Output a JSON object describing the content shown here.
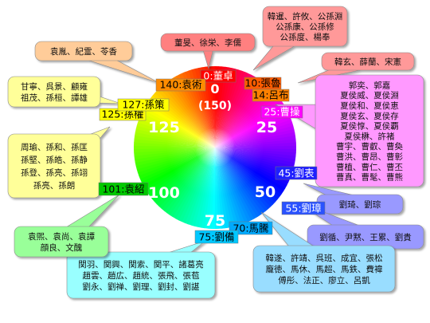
{
  "center_label": {
    "top": "0",
    "bottom": "(150)"
  },
  "ticks": [
    {
      "value": "25",
      "color": "#ffffff"
    },
    {
      "value": "50",
      "color": "#ffffff"
    },
    {
      "value": "75",
      "color": "#ffffff"
    },
    {
      "value": "100",
      "color": "#ffffff"
    },
    {
      "value": "125",
      "color": "#ffffff"
    }
  ],
  "factions": [
    {
      "label": "0:董卓",
      "color": "#ff0000",
      "text_color": "#ffffff"
    },
    {
      "label": "10:張魯",
      "color": "#ff5c00",
      "text_color": "#000000"
    },
    {
      "label": "14:呂布",
      "color": "#ff8000",
      "text_color": "#000000"
    },
    {
      "label": "25:曹操",
      "color": "#ff00ff",
      "text_color": "#ffffff"
    },
    {
      "label": "45:劉表",
      "color": "#1f1fff",
      "text_color": "#ffffff"
    },
    {
      "label": "55:劉璋",
      "color": "#2a52ff",
      "text_color": "#ffffff"
    },
    {
      "label": "70:馬騰",
      "color": "#00aaff",
      "text_color": "#000000"
    },
    {
      "label": "75:劉備",
      "color": "#00c8ff",
      "text_color": "#000000"
    },
    {
      "label": "101:袁紹",
      "color": "#00c800",
      "text_color": "#000000"
    },
    {
      "label": "125:孫權",
      "color": "#ffff00",
      "text_color": "#000000"
    },
    {
      "label": "127:孫策",
      "color": "#ffff00",
      "text_color": "#000000"
    },
    {
      "label": "140:袁術",
      "color": "#ff8c00",
      "text_color": "#000000"
    }
  ],
  "callouts": [
    {
      "lines": [
        "董旻、徐栄、李儒"
      ],
      "fill": "#ff8080"
    },
    {
      "lines": [
        "韓暹、許攸、公孫淵",
        "公孫康、公孫修",
        "公孫度、楊奉"
      ],
      "fill": "#ff9999"
    },
    {
      "lines": [
        "韓玄、薛蘭、宋憲"
      ],
      "fill": "#ff9999"
    },
    {
      "lines": [
        "郭奕、郭嘉",
        "夏侯威、夏侯淵",
        "夏侯和、夏侯恵",
        "夏侯玄、夏侯存",
        "夏侯惇、夏侯覇",
        "夏侯楙、許褚",
        "曹宇、曹叡、曹奐",
        "曹洪、曹昂、曹彰",
        "曹植、曹仁、曹丕",
        "曹真、曹髦、曹熊"
      ],
      "fill": "#ff99ff"
    },
    {
      "lines": [
        "劉琦、劉琮"
      ],
      "fill": "#9999ff"
    },
    {
      "lines": [
        "劉循、尹黙、王累、劉貴"
      ],
      "fill": "#9999ff"
    },
    {
      "lines": [
        "韓遂、許靖、呉班、成宜、張松",
        "龐徳、馬休、馬超、馬鉄、費禕",
        "傅彤、法正、廖立、呂凱"
      ],
      "fill": "#99ddff"
    },
    {
      "lines": [
        "関羽、関興、関索、関平、諸葛亮",
        "趙雲、趙広、趙統、張飛、張苞",
        "劉永、劉禅、劉理、劉封、劉諶"
      ],
      "fill": "#99ffff"
    },
    {
      "lines": [
        "袁煕、袁尚、袁譚",
        "顔良、文醜"
      ],
      "fill": "#99ff99"
    },
    {
      "lines": [
        "周瑜、孫和、孫匡",
        "孫堅、孫皓、孫静",
        "孫登、孫亮、孫翊",
        "孫亮、孫朗"
      ],
      "fill": "#ffff99"
    },
    {
      "lines": [
        "甘寧、呉景、顧雍",
        "祖茂、孫桓、譚雄"
      ],
      "fill": "#ffff99"
    },
    {
      "lines": [
        "袁胤、紀霊、苓香"
      ],
      "fill": "#ffcc99"
    }
  ]
}
